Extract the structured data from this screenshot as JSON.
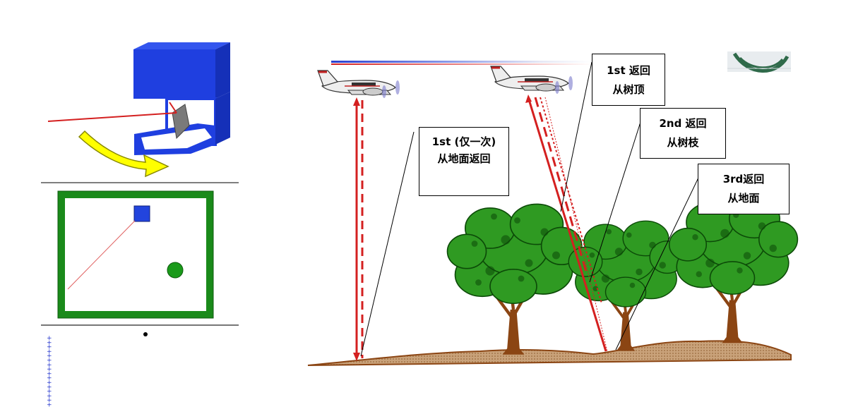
{
  "callouts": {
    "ground_only": {
      "line1": "1st (仅一次)",
      "line2": "从地面返回"
    },
    "first_return": {
      "line1": "1st 返回",
      "line2": "从树顶"
    },
    "second_return": {
      "line1": "2nd 返回",
      "line2": "从树枝"
    },
    "third_return": {
      "line1": "3rd返回",
      "line2": "从地面"
    }
  },
  "colors": {
    "scanner_box": "#1f3fe0",
    "laser": "#d42020",
    "arrow": "#ffff00",
    "frame_green": "#1a8a1a",
    "tree_green": "#2f9a22",
    "trunk": "#8b4513",
    "ground": "#c9a27a",
    "blue_square": "#2244dd",
    "green_circle": "#1a9a1a"
  },
  "icons": {
    "aircraft": "airplane-icon",
    "tree": "tree-icon",
    "scanner": "scanner-box-icon"
  }
}
